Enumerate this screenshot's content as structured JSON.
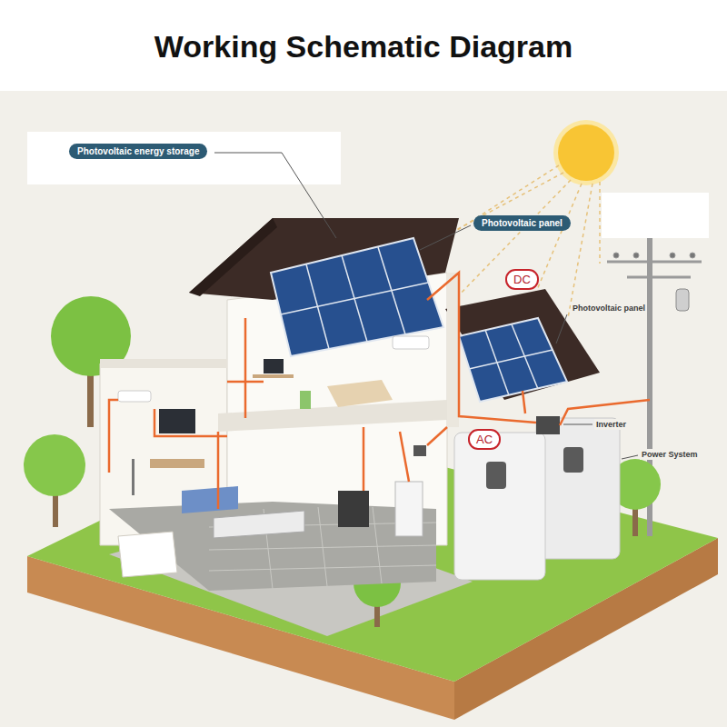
{
  "diagram": {
    "title": "Working Schematic Diagram",
    "nodes": [
      {
        "text": [
          "Photovoltaic energy storage"
        ]
      },
      {
        "text": [
          "Photovoltaic panel"
        ]
      },
      {
        "text": [
          "DC"
        ]
      },
      {
        "text": [
          "AC"
        ]
      }
    ],
    "labels": [
      "Photovoltaic panel",
      "Inverter",
      "Power System"
    ]
  }
}
